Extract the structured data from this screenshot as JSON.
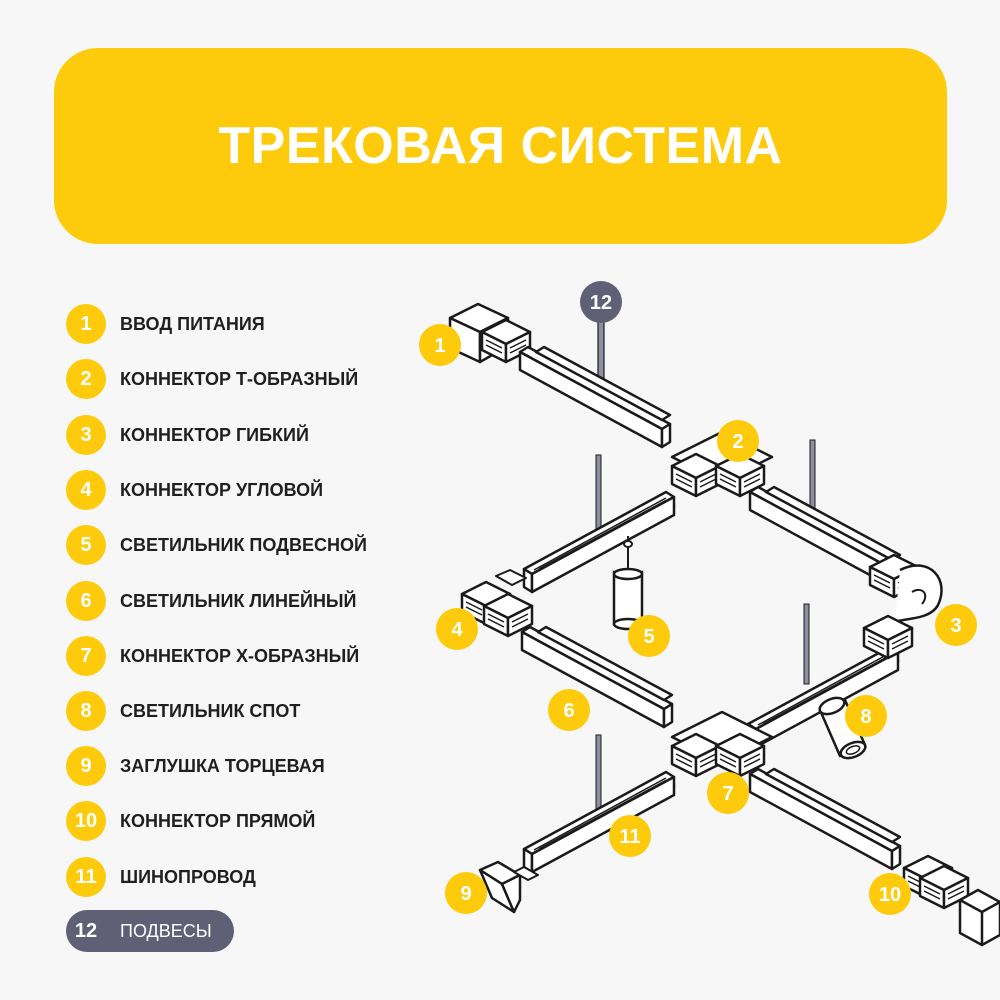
{
  "title": "ТРЕКОВАЯ СИСТЕМА",
  "colors": {
    "accent": "#fdcb0c",
    "dark_badge": "#5f6075",
    "line": "#1a1a1a",
    "background": "#f7f7f7"
  },
  "legend": [
    {
      "num": "1",
      "label": "ВВОД ПИТАНИЯ"
    },
    {
      "num": "2",
      "label": "КОННЕКТОР Т-ОБРАЗНЫЙ"
    },
    {
      "num": "3",
      "label": "КОННЕКТОР ГИБКИЙ"
    },
    {
      "num": "4",
      "label": "КОННЕКТОР УГЛОВОЙ"
    },
    {
      "num": "5",
      "label": "СВЕТИЛЬНИК ПОДВЕСНОЙ"
    },
    {
      "num": "6",
      "label": "СВЕТИЛЬНИК ЛИНЕЙНЫЙ"
    },
    {
      "num": "7",
      "label": "КОННЕКТОР Х-ОБРАЗНЫЙ"
    },
    {
      "num": "8",
      "label": "СВЕТИЛЬНИК СПОТ"
    },
    {
      "num": "9",
      "label": "ЗАГЛУШКА ТОРЦЕВАЯ"
    },
    {
      "num": "10",
      "label": "КОННЕКТОР ПРЯМОЙ"
    },
    {
      "num": "11",
      "label": "ШИНОПРОВОД"
    },
    {
      "num": "12",
      "label": "ПОДВЕСЫ"
    }
  ],
  "callouts": [
    "1",
    "2",
    "3",
    "4",
    "5",
    "6",
    "7",
    "8",
    "9",
    "10",
    "11",
    "12"
  ]
}
